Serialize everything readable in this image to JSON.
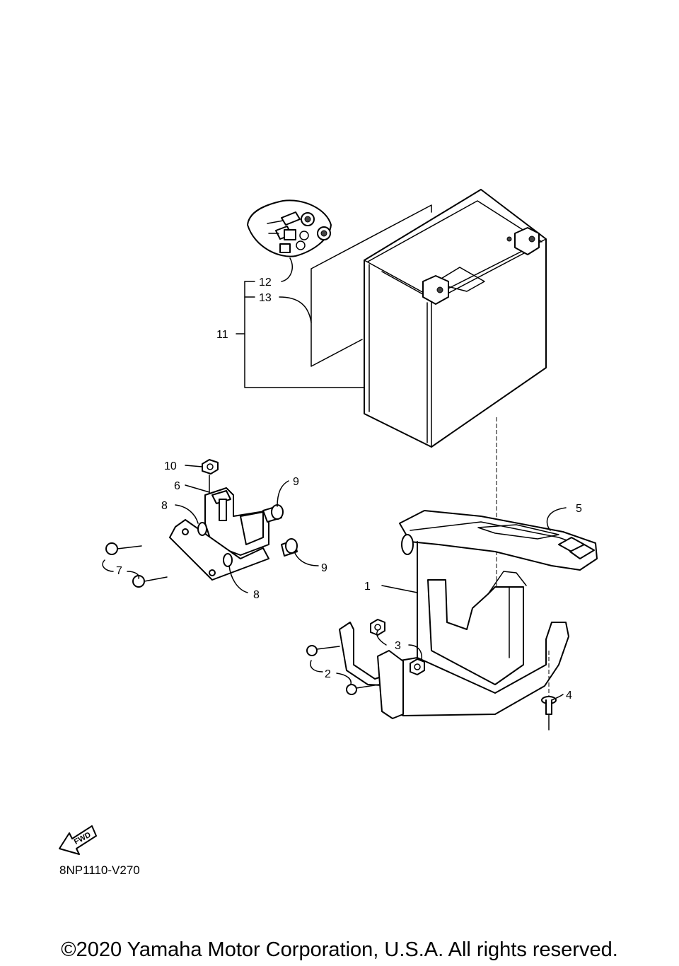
{
  "callouts": {
    "c1": "1",
    "c2": "2",
    "c3": "3",
    "c4": "4",
    "c5": "5",
    "c6": "6",
    "c7": "7",
    "c8a": "8",
    "c8b": "8",
    "c9a": "9",
    "c9b": "9",
    "c10": "10",
    "c11": "11",
    "c12": "12",
    "c13": "13"
  },
  "fwd_label": "FWD",
  "diagram_code": "8NP1110-V270",
  "copyright": "©2020 Yamaha Motor Corporation, U.S.A. All rights reserved."
}
